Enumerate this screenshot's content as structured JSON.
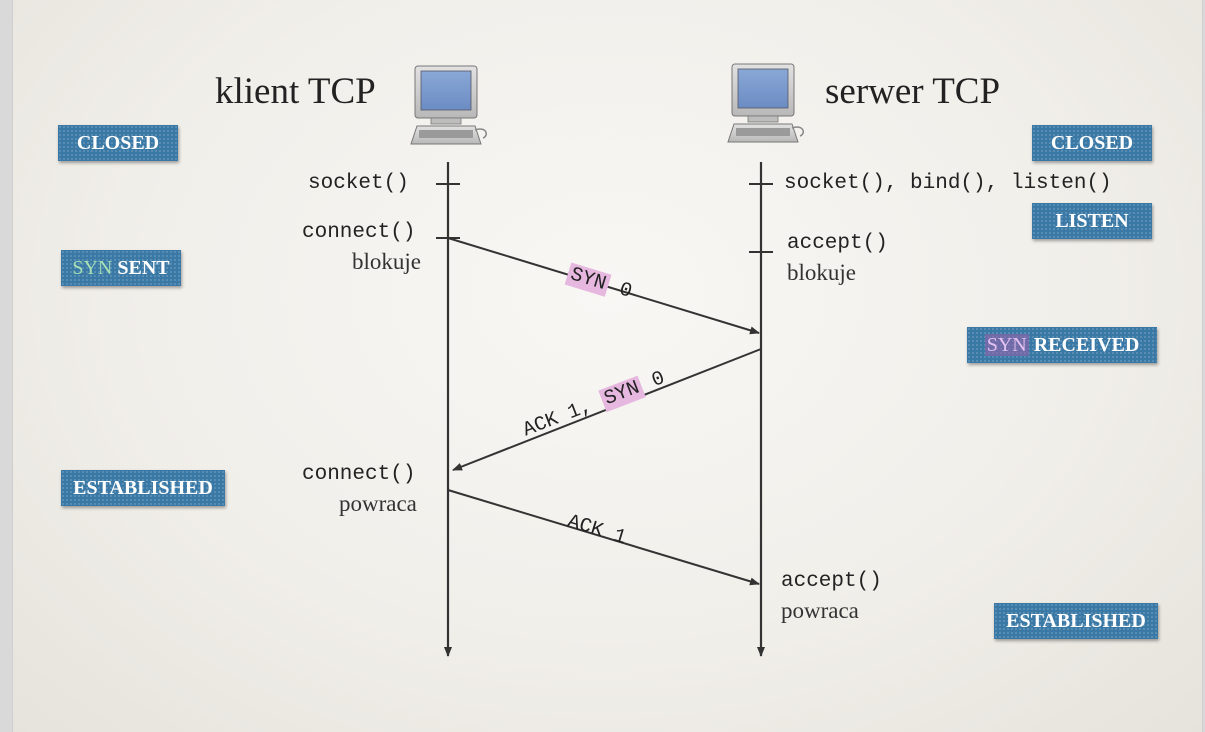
{
  "hosts": {
    "client": "klient TCP",
    "server": "serwer TCP"
  },
  "states": {
    "client": [
      {
        "prefix": "",
        "text": "CLOSED"
      },
      {
        "prefix": "SYN",
        "text": " SENT"
      },
      {
        "prefix": "",
        "text": "ESTABLISHED"
      }
    ],
    "server": [
      {
        "prefix": "",
        "text": "CLOSED"
      },
      {
        "prefix": "",
        "text": "LISTEN"
      },
      {
        "prefix": "SYN",
        "text": " RECEIVED"
      },
      {
        "prefix": "",
        "text": "ESTABLISHED"
      }
    ]
  },
  "calls": {
    "client_socket": "socket()",
    "client_connect": "connect()",
    "client_blocks": "blokuje",
    "client_connect_return": "connect()",
    "client_returns": "powraca",
    "server_socket": "socket(), bind(), listen()",
    "server_accept": "accept()",
    "server_blocks": "blokuje",
    "server_accept_return": "accept()",
    "server_returns": "powraca"
  },
  "messages": {
    "syn": {
      "flag": "SYN",
      "seq": " 0"
    },
    "synack": {
      "ack": "ACK 1, ",
      "flag": "SYN",
      "seq": " 0"
    },
    "ack": {
      "text": "ACK 1"
    }
  },
  "colors": {
    "state_bg": "#3a78a6",
    "syn_highlight": "#e6b7df",
    "line": "#333333"
  },
  "icons": {
    "client_computer": "computer-icon",
    "server_computer": "computer-icon"
  }
}
